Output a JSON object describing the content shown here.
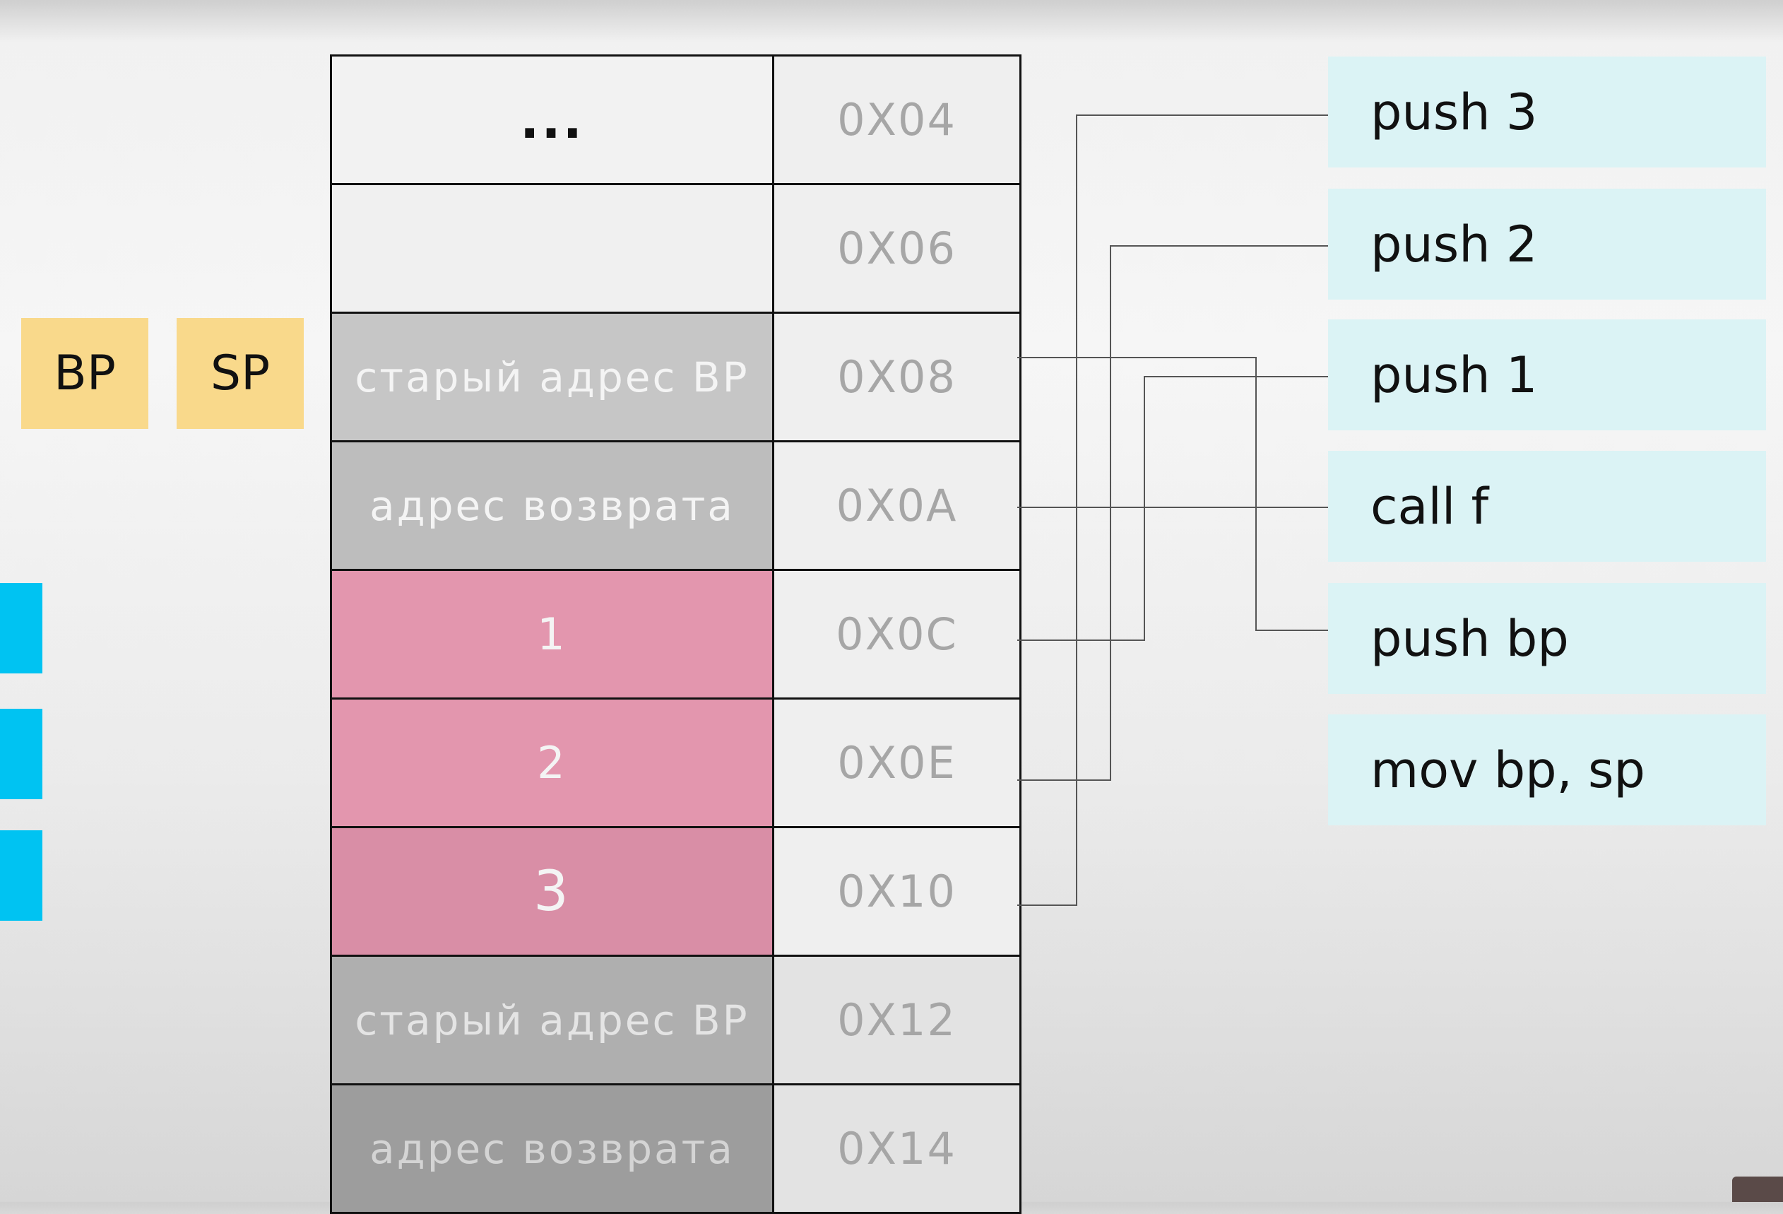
{
  "registers": [
    {
      "label": "BP",
      "color": "#f9d98b"
    },
    {
      "label": "SP",
      "color": "#f9d98b"
    }
  ],
  "stack_rows": [
    {
      "value": "...",
      "address": "0X04"
    },
    {
      "value": "",
      "address": "0X06"
    },
    {
      "value": "старый адрес BP",
      "address": "0X08"
    },
    {
      "value": "адрес возврата",
      "address": "0X0A"
    },
    {
      "value": "1",
      "address": "0X0C"
    },
    {
      "value": "2",
      "address": "0X0E"
    },
    {
      "value": "3",
      "address": "0X10"
    },
    {
      "value": "старый адрес BP",
      "address": "0X12"
    },
    {
      "value": "адрес возврата",
      "address": "0X14"
    }
  ],
  "instructions": [
    "push 3",
    "push 2",
    "push 1",
    "call f",
    "push bp",
    "mov bp, sp"
  ],
  "colors": {
    "register": "#f9d98b",
    "marker": "#00c3f2",
    "pushed_value": "#e396ae",
    "instruction": "#dbf3f5"
  }
}
